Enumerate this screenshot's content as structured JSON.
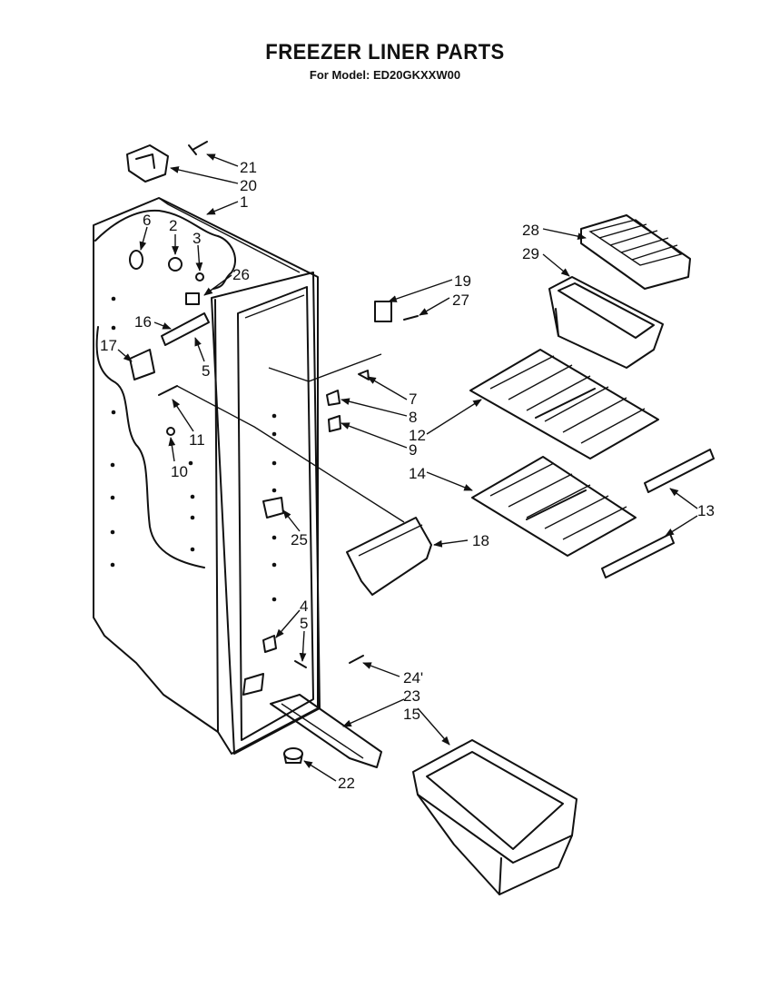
{
  "title": "FREEZER LINER PARTS",
  "subtitle": "For Model: ED20GKXXW00",
  "callouts": {
    "c1": "1",
    "c2": "2",
    "c3": "3",
    "c4": "4",
    "c5a": "5",
    "c5b": "5",
    "c6": "6",
    "c7": "7",
    "c8": "8",
    "c9": "9",
    "c10": "10",
    "c11": "11",
    "c12": "12",
    "c13": "13",
    "c14": "14",
    "c15": "15",
    "c16": "16",
    "c17": "17",
    "c18": "18",
    "c19": "19",
    "c20": "20",
    "c21": "21",
    "c22": "22",
    "c23": "23",
    "c24": "24'",
    "c25": "25",
    "c26": "26",
    "c27": "27",
    "c28": "28",
    "c29": "29"
  }
}
